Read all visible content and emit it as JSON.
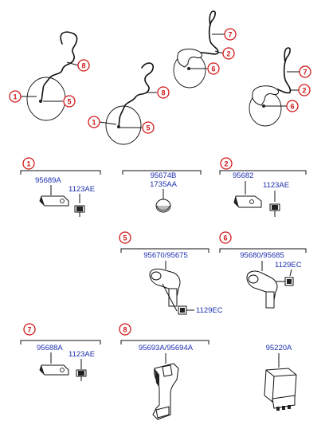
{
  "diagram_title": "",
  "callout_color": "#d01a1a",
  "part_number_color": "#1c2fb0",
  "assemblies": [
    {
      "callouts": [
        "1",
        "8",
        "5"
      ]
    },
    {
      "callouts": [
        "1",
        "8",
        "5"
      ]
    },
    {
      "callouts": [
        "7",
        "2",
        "6"
      ]
    },
    {
      "callouts": [
        "7",
        "2",
        "6"
      ]
    }
  ],
  "parts": {
    "p1": {
      "callout": "1",
      "main_number": "95689A",
      "fastener_number": "1123AE"
    },
    "pB": {
      "callout": "",
      "main_number": "95674B",
      "fastener_number": "1735AA"
    },
    "p2": {
      "callout": "2",
      "main_number": "95682",
      "fastener_number": "1123AE"
    },
    "p5": {
      "callout": "5",
      "main_number": "95670/95675",
      "fastener_number": "1129EC"
    },
    "p6": {
      "callout": "6",
      "main_number": "95680/95685",
      "fastener_number": "1129EC"
    },
    "p7": {
      "callout": "7",
      "main_number": "95688A",
      "fastener_number": "1123AE"
    },
    "p8": {
      "callout": "8",
      "main_number": "95693A/95694A"
    },
    "pR": {
      "callout": "",
      "main_number": "95220A"
    }
  }
}
